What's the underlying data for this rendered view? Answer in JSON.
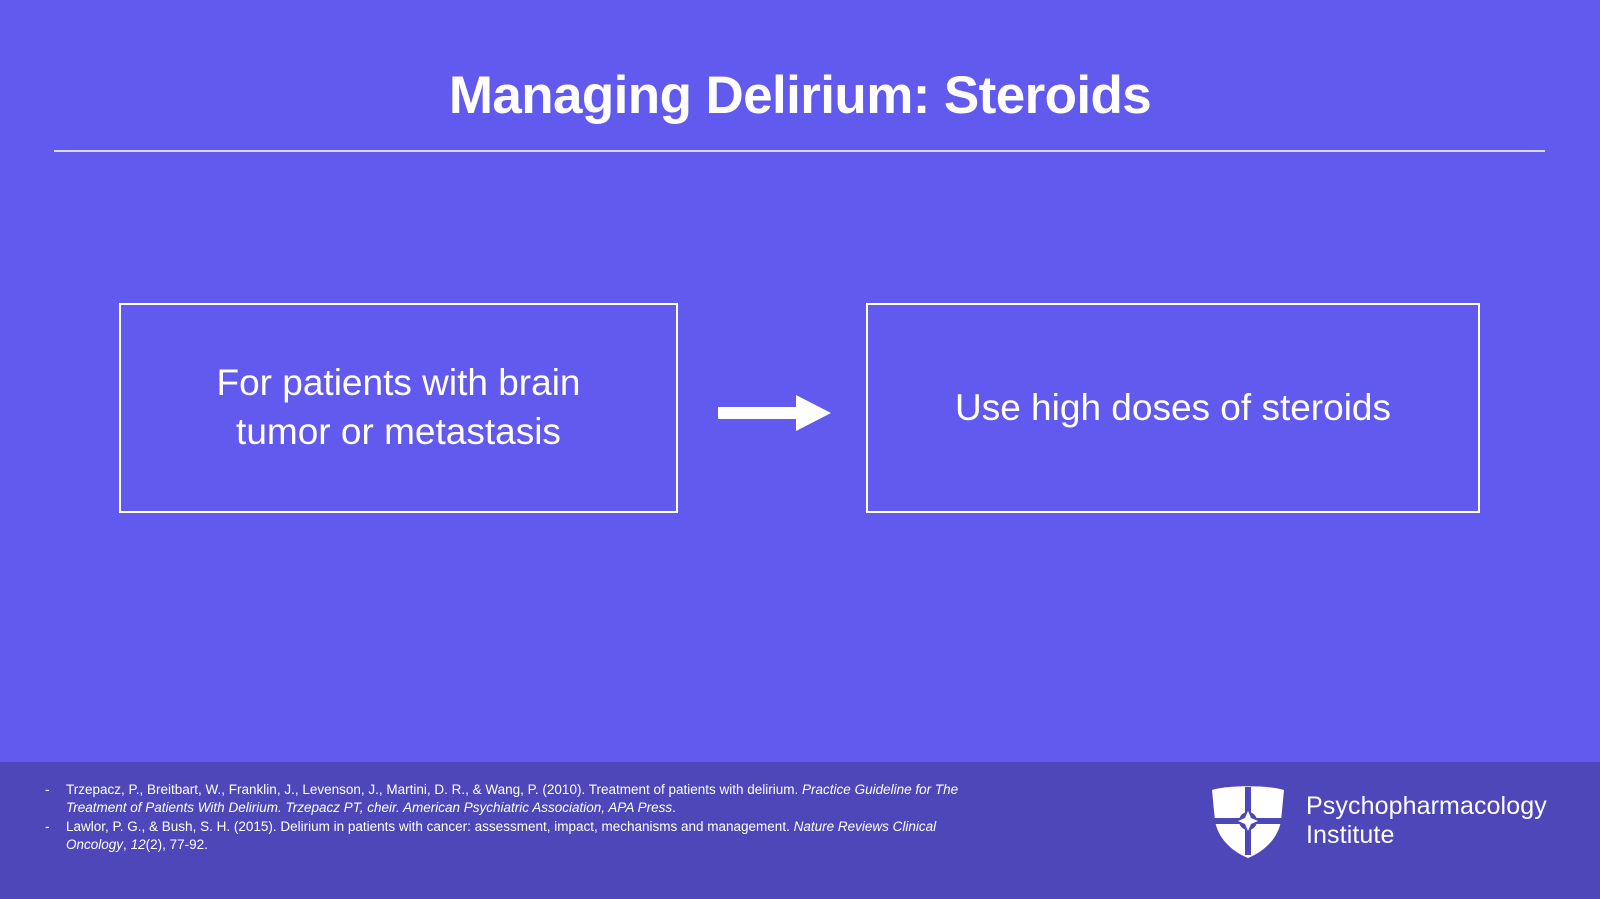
{
  "slide": {
    "title": "Managing Delirium: Steroids",
    "background_color": "#6259ee",
    "footer_color": "#4d47b9",
    "text_color": "#ffffff"
  },
  "diagram": {
    "type": "flow",
    "left_box": {
      "line1": "For patients with brain",
      "line2": "tumor or metastasis"
    },
    "arrow": "right-arrow",
    "right_box": {
      "line1": "Use high doses of steroids"
    }
  },
  "footer": {
    "bullet": "-",
    "references": [
      {
        "plain1": "Trzepacz, P., Breitbart, W., Franklin, J., Levenson, J., Martini, D. R., & Wang, P. (2010). Treatment of patients with delirium. ",
        "italic1": "Practice Guideline for The Treatment of Patients With Delirium. Trzepacz PT, cheir. American Psychiatric Association, APA Press",
        "plain2": "."
      },
      {
        "plain1": "Lawlor, P. G., & Bush, S. H. (2015). Delirium in patients with cancer: assessment, impact, mechanisms and management. ",
        "italic1": "Nature Reviews Clinical Oncology",
        "plain2": ", ",
        "italic2": "12",
        "plain3": "(2), 77-92."
      }
    ],
    "logo": {
      "name": "shield-logo",
      "line1": "Psychopharmacology",
      "line2": "Institute"
    }
  }
}
